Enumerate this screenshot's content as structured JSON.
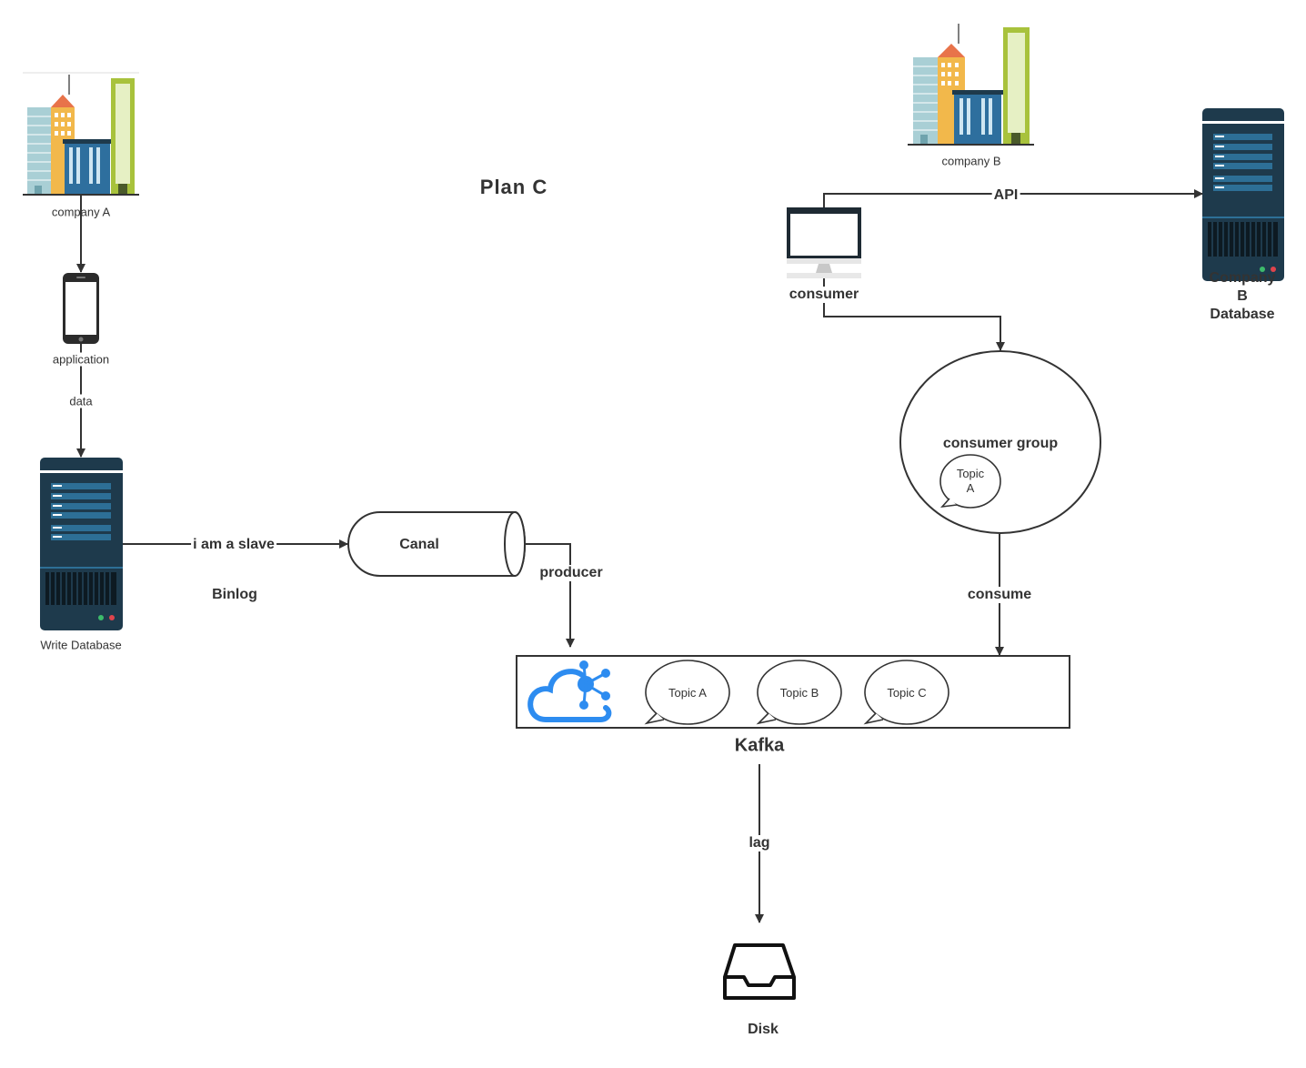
{
  "title": "Plan   C",
  "nodes": {
    "company_a": "company A",
    "company_b": "company B",
    "application": "application",
    "write_db": "Write Database",
    "canal": "Canal",
    "consumer": "consumer",
    "company_b_db": "Company B\nDatabase",
    "consumer_group": "consumer group",
    "consumer_group_topic": "Topic\nA",
    "kafka": "Kafka",
    "kafka_topics": [
      "Topic A",
      "Topic B",
      "Topic C"
    ],
    "disk": "Disk"
  },
  "edges": {
    "data": "data",
    "slave": "i am a slave",
    "binlog": "Binlog",
    "producer": "producer",
    "api": "API",
    "consume": "consume",
    "lag": "lag"
  },
  "colors": {
    "line": "#333333",
    "server_dark": "#1e3a4c",
    "server_stripe": "#2d6f96",
    "kafka_blue": "#2d8cf0"
  }
}
